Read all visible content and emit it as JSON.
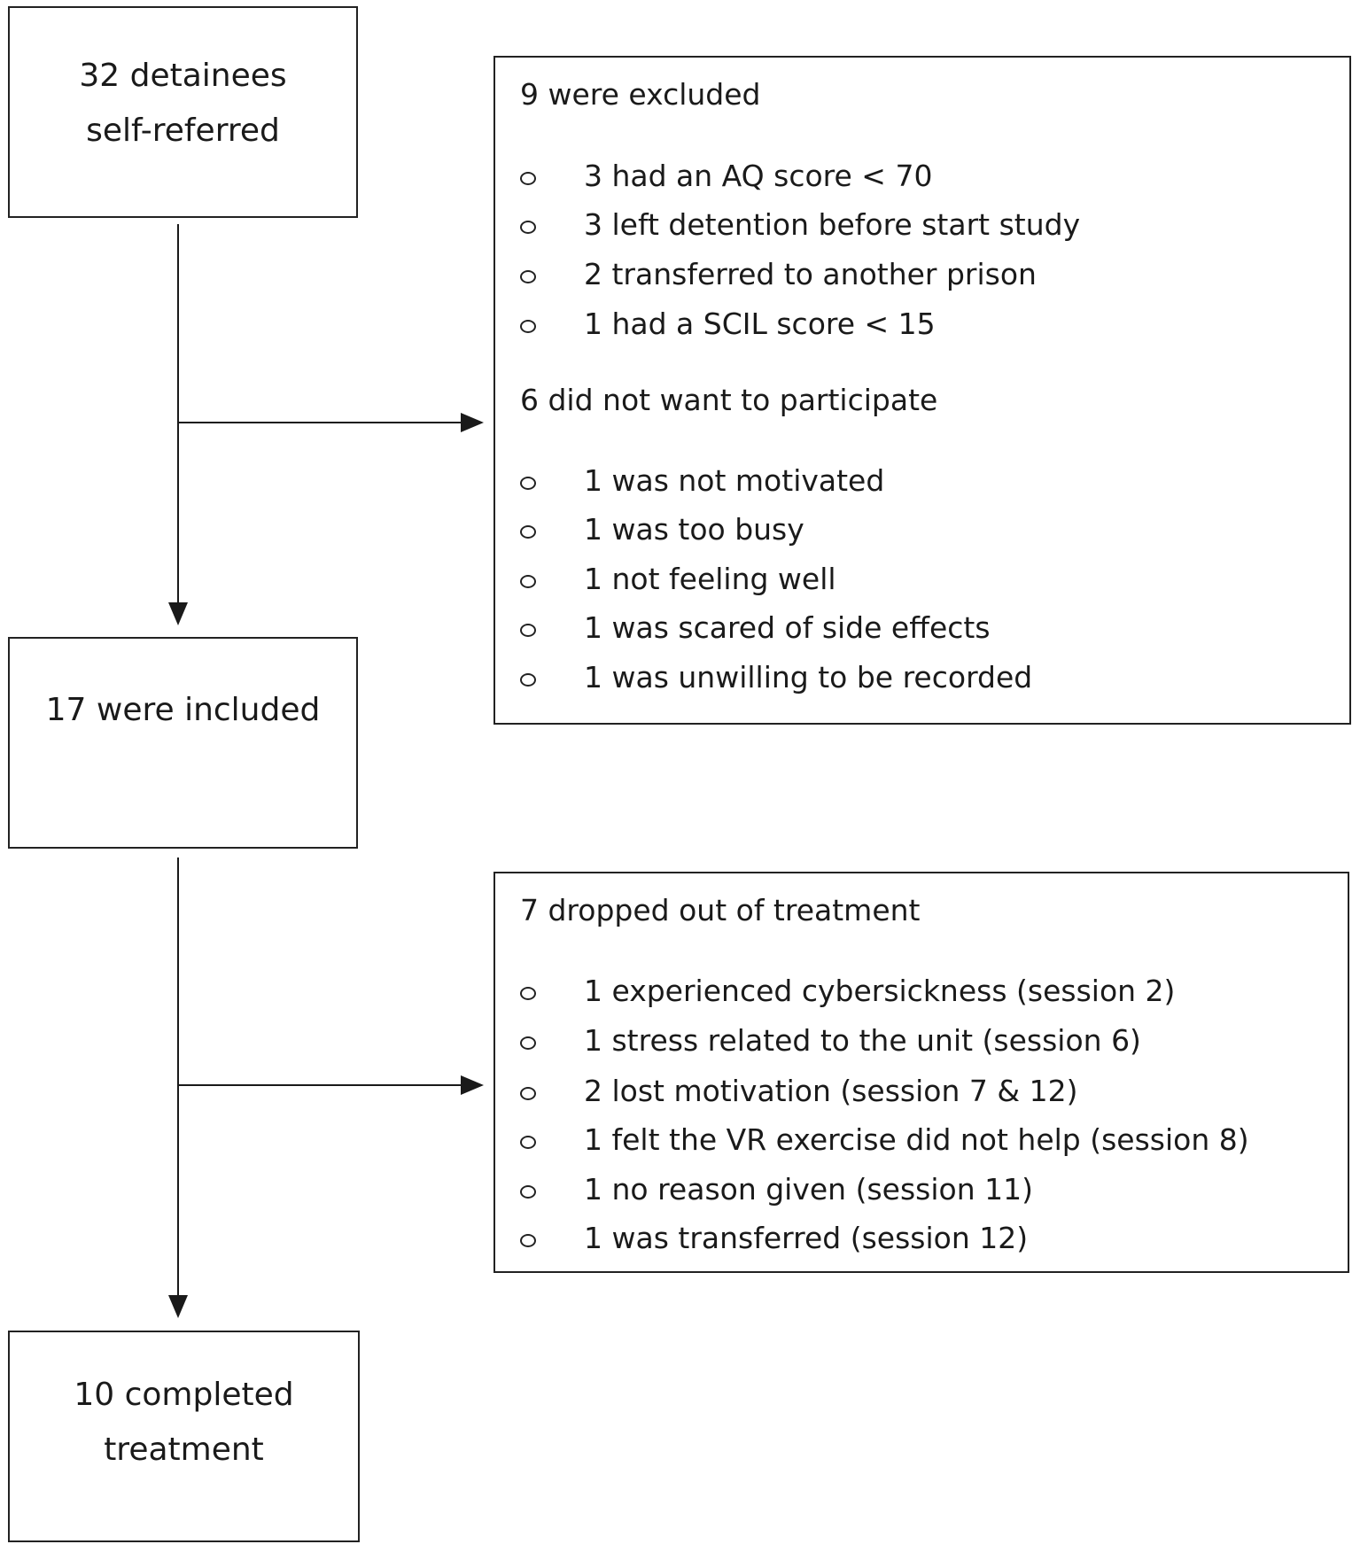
{
  "flow": {
    "referred": {
      "line1": "32 detainees",
      "line2": "self-referred"
    },
    "included": {
      "line1": "17 were included"
    },
    "completed": {
      "line1": "10 completed",
      "line2": "treatment"
    }
  },
  "exclusion": {
    "heading1": "9 were excluded",
    "group1": [
      "3 had an AQ score < 70",
      "3 left detention before start study",
      "2 transferred to another prison",
      "1 had a SCIL score < 15"
    ],
    "heading2": "6 did not want to participate",
    "group2": [
      "1 was not motivated",
      "1 was too busy",
      "1 not feeling well",
      "1 was scared of side effects",
      "1 was unwilling to be recorded"
    ]
  },
  "dropout": {
    "heading": "7 dropped out of treatment",
    "items": [
      "1 experienced cybersickness (session 2)",
      "1 stress related to the unit (session 6)",
      "2 lost motivation (session 7 & 12)",
      "1 felt the VR exercise did not help (session 8)",
      "1 no reason given (session 11)",
      "1 was transferred (session 12)"
    ]
  }
}
